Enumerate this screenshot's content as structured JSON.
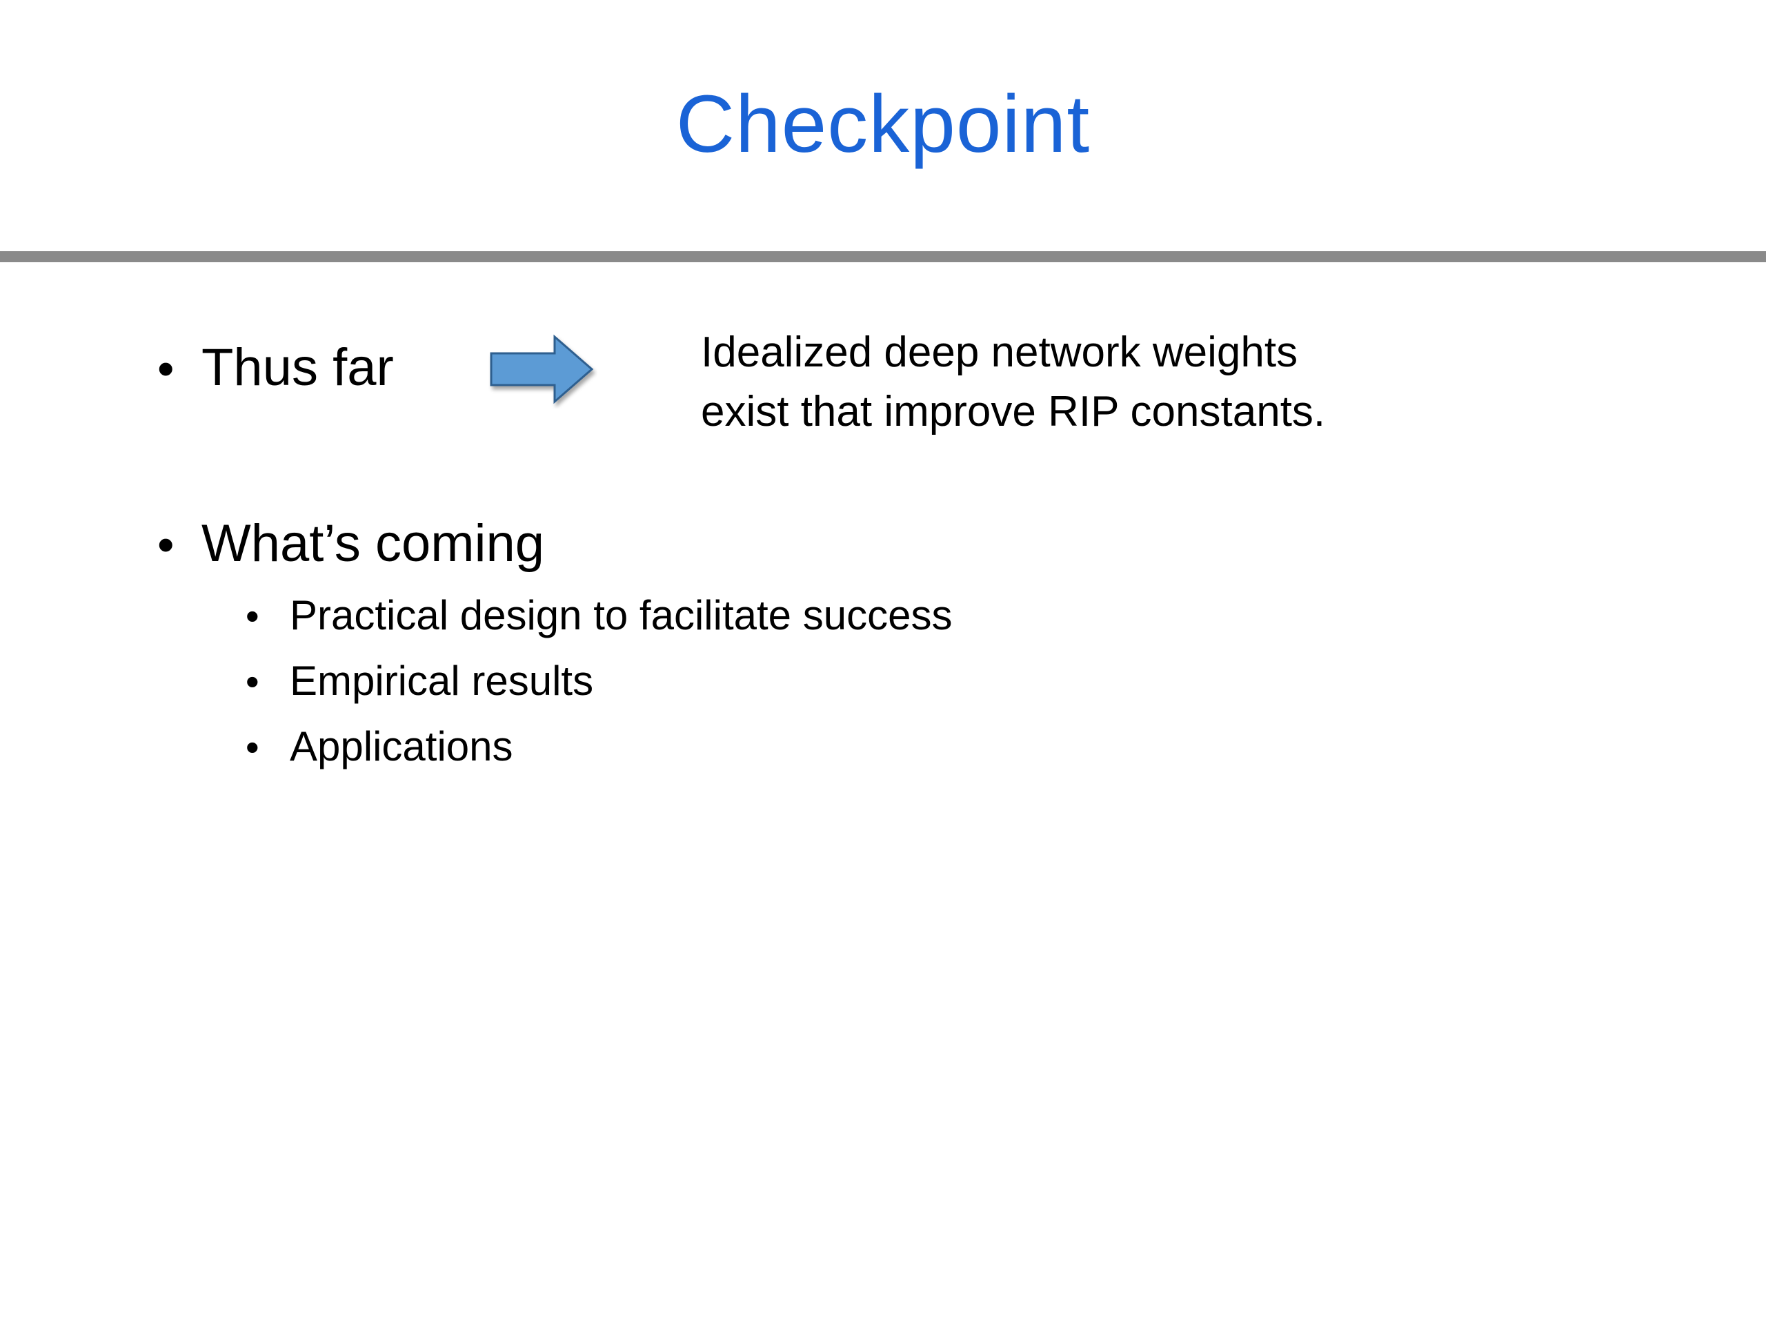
{
  "slide": {
    "title": "Checkpoint",
    "bullets": [
      {
        "label": "Thus far",
        "note_lines": [
          "Idealized deep network weights",
          "exist that improve RIP constants."
        ]
      },
      {
        "label": "What’s coming",
        "sub_items": [
          "Practical design to facilitate success",
          "Empirical results",
          "Applications"
        ]
      }
    ],
    "bullet_glyph": "•"
  },
  "icons": {
    "arrow": "right-arrow-icon"
  },
  "colors": {
    "title": "#1a63d6",
    "rule": "#8a8a8a",
    "arrow_fill": "#5b9bd5",
    "arrow_stroke": "#2f5f8f"
  }
}
